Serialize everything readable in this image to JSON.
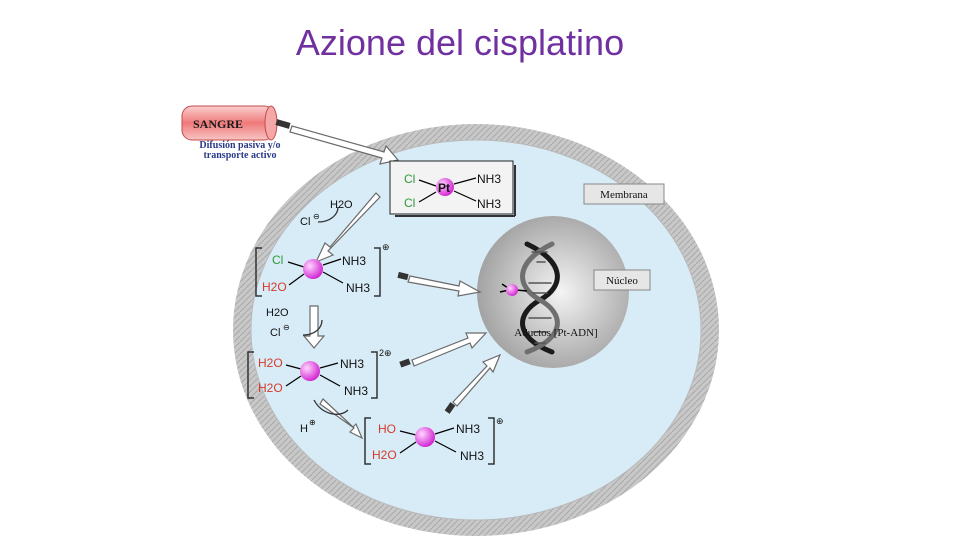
{
  "slide": {
    "title": "Azione del cisplatino"
  },
  "blood": {
    "label": "SANGRE",
    "desc_line1": "Difusión pasiva y/o",
    "desc_line2": "transporte activo"
  },
  "labels": {
    "membrane": "Membrana",
    "nucleus": "Núcleo",
    "adducts": "Aductos [Pt-ADN]"
  },
  "cisplatin": {
    "cl1": "Cl",
    "cl2": "Cl",
    "pt": "Pt",
    "nh3_a": "NH3",
    "nh3_b": "NH3"
  },
  "step1": {
    "water": "H2O",
    "chloride": "Cl",
    "charge_sign": "⊖"
  },
  "species1": {
    "ligand1": "Cl",
    "ligand2": "H2O",
    "nh3_a": "NH3",
    "nh3_b": "NH3",
    "charge": "⊕"
  },
  "step2": {
    "water": "H2O",
    "chloride": "Cl",
    "charge_sign": "⊖"
  },
  "species2": {
    "ligand1": "H2O",
    "ligand2": "H2O",
    "nh3_a": "NH3",
    "nh3_b": "NH3",
    "charge": "2⊕"
  },
  "step3": {
    "proton": "H",
    "charge_sign": "⊕"
  },
  "species3": {
    "ligand1": "HO",
    "ligand2": "H2O",
    "nh3_a": "NH3",
    "nh3_b": "NH3",
    "charge": "⊕"
  },
  "colors": {
    "title": "#7030a0",
    "ligand_green": "#2e9a3a",
    "water_red": "#d63a2a",
    "pt_sphere": "#e23fe0",
    "cell_fill": "#d8ecf7",
    "membrane": "#c4c4c4"
  }
}
